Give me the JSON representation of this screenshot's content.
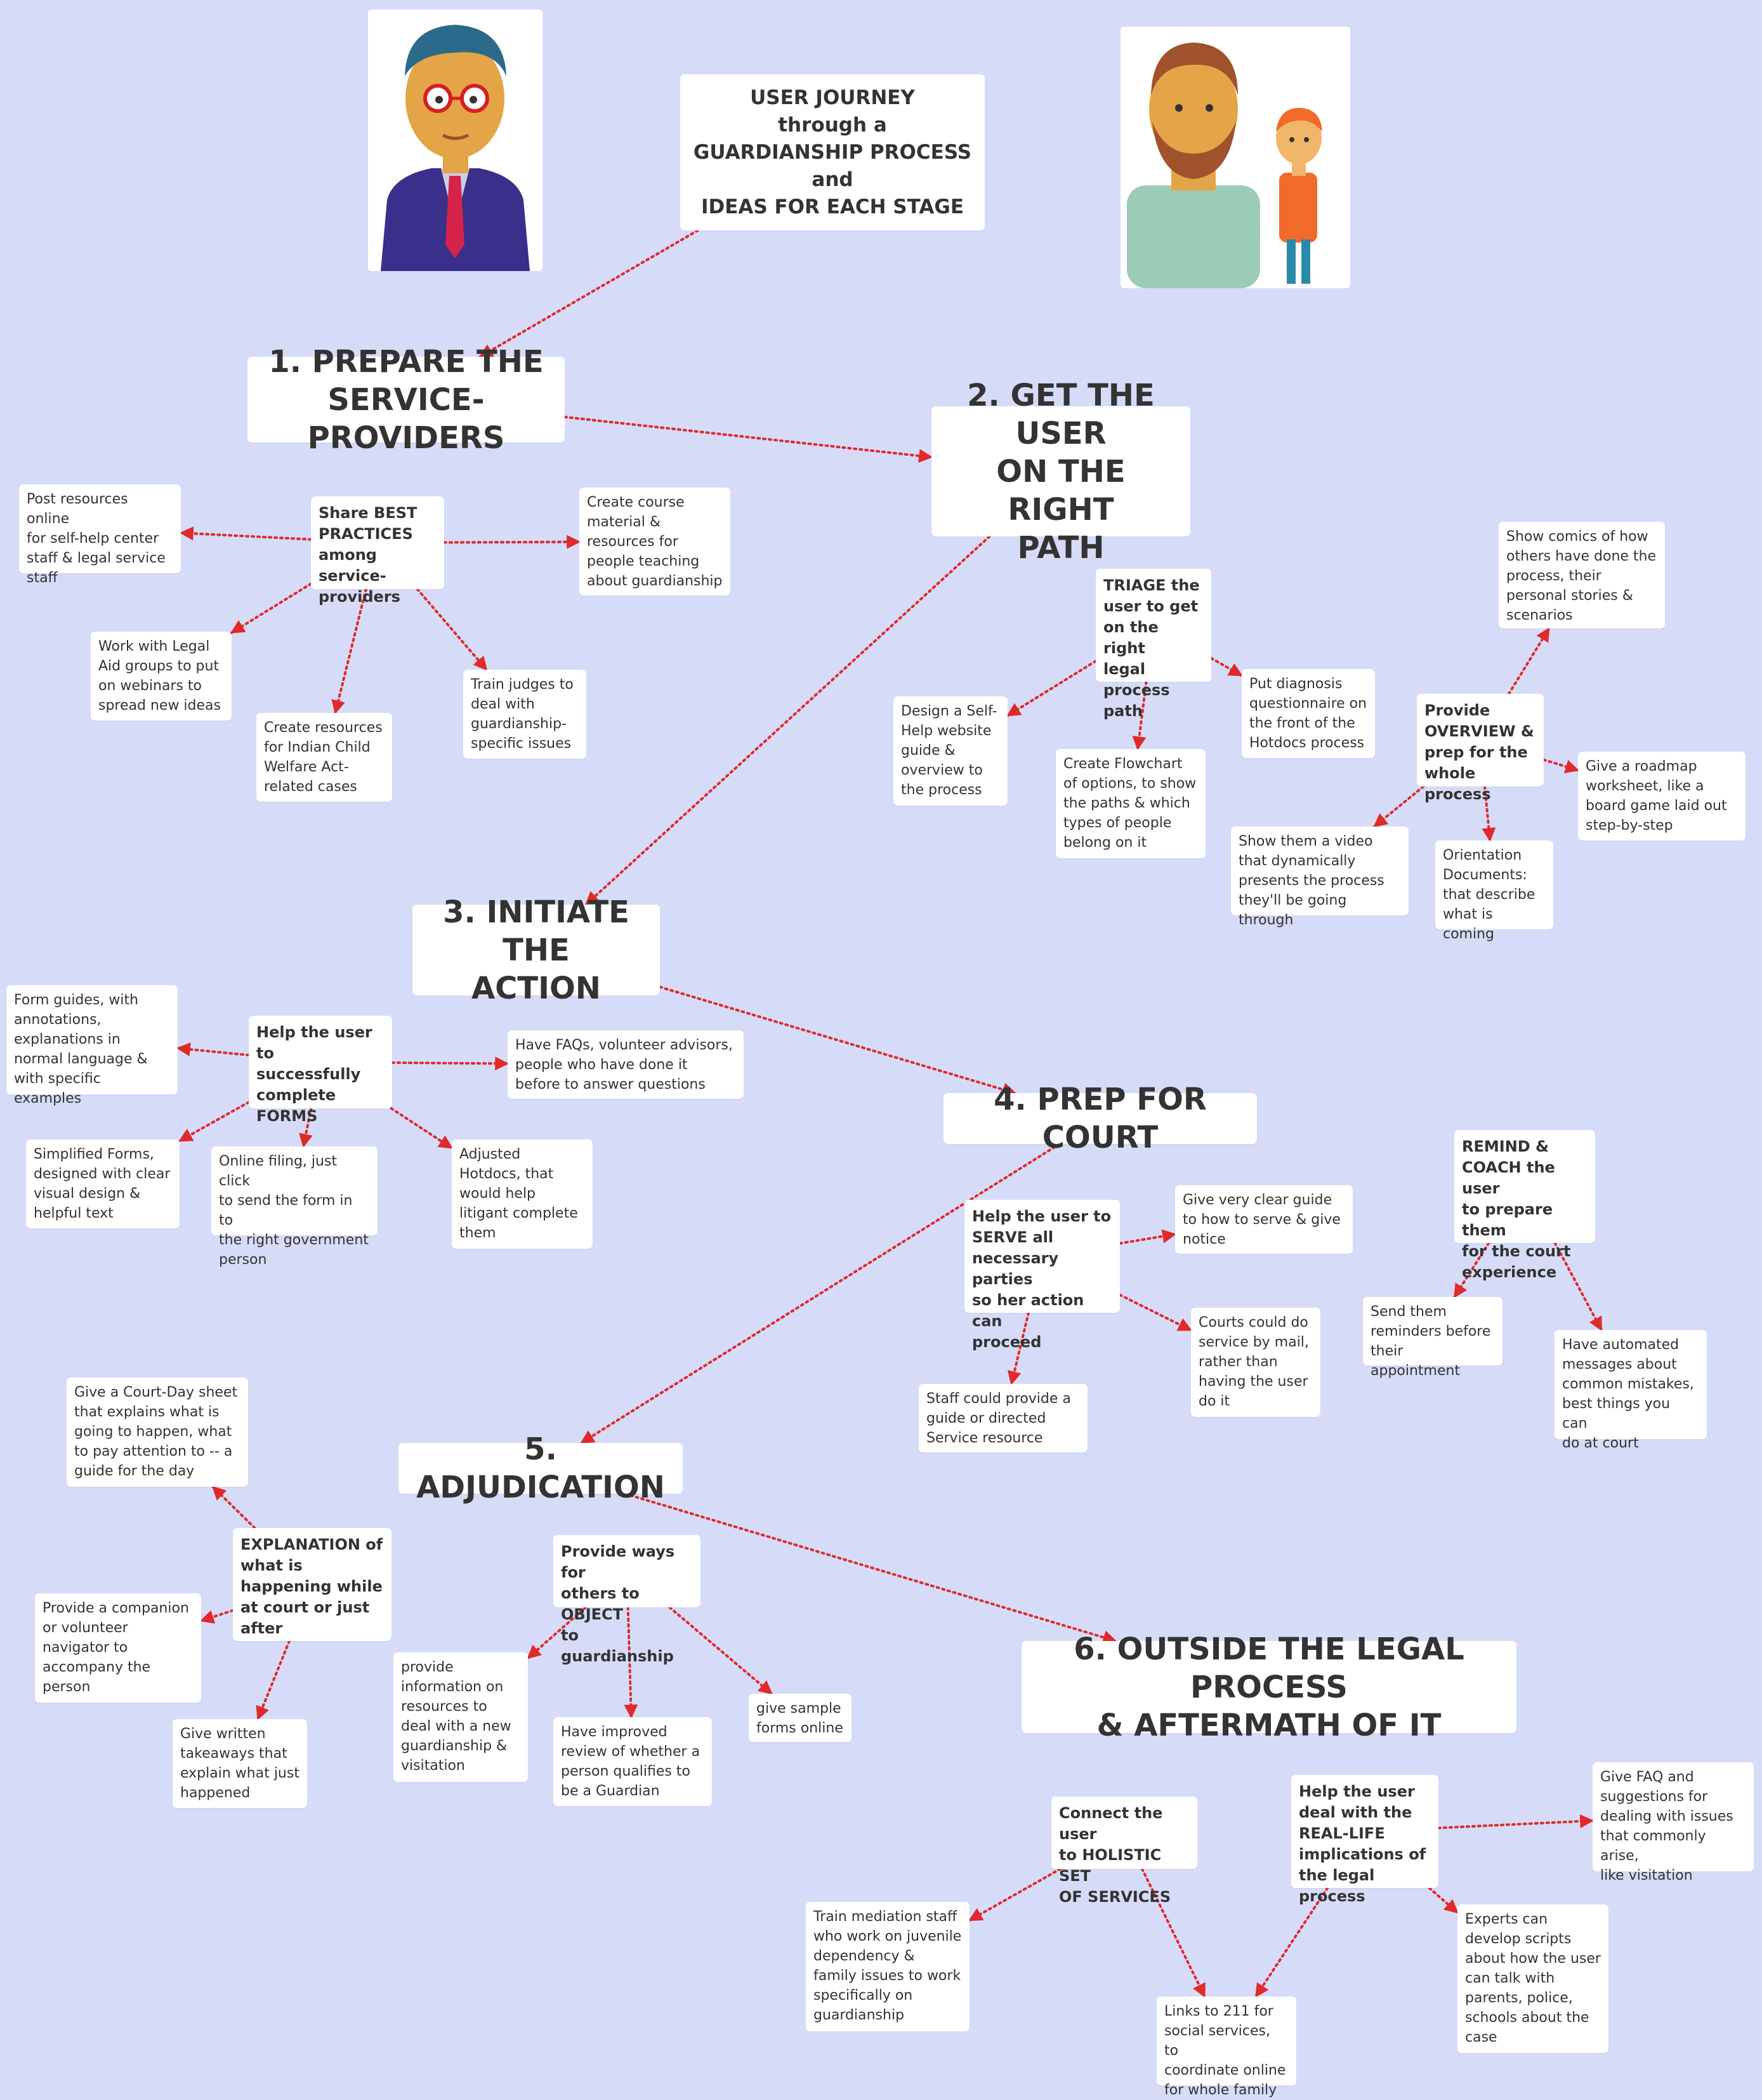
{
  "title": "USER JOURNEY\nthrough a\nGUARDIANSHIP PROCESS\nand\nIDEAS FOR EACH STAGE",
  "colors": {
    "background": "#d6dcf8",
    "arrow": "#e02a2a",
    "box": "#ffffff",
    "text": "#333333"
  },
  "illustrations": {
    "left": "service-provider-man-icon",
    "right": "father-and-child-icon"
  },
  "stages": {
    "s1": "1. PREPARE THE\nSERVICE-PROVIDERS",
    "s2": "2. GET THE USER\nON THE RIGHT\nPATH",
    "s3": "3. INITIATE THE\nACTION",
    "s4": "4. PREP FOR COURT",
    "s5": "5. ADJUDICATION",
    "s6": "6. OUTSIDE THE LEGAL PROCESS\n& AFTERMATH OF IT"
  },
  "ideas": {
    "share_best": "Share BEST\nPRACTICES\namong service-\nproviders",
    "triage": "TRIAGE the\nuser to get\non the right\nlegal\nprocess path",
    "overview": "Provide\nOVERVIEW &\nprep for the\nwhole process",
    "forms": "Help the user to\nsuccessfully\ncomplete\nFORMS",
    "serve": "Help the user to\nSERVE all\nnecessary parties\nso her action can\nproceed",
    "remind": "REMIND &\nCOACH the user\nto prepare them\nfor the court\nexperience",
    "explanation": "EXPLANATION of\nwhat is\nhappening while\nat court or just\nafter",
    "object": "Provide ways for\nothers to OBJECT\nto guardianship",
    "holistic": "Connect the user\nto HOLISTIC SET\nOF SERVICES",
    "real_life": "Help the user\ndeal with the\nREAL-LIFE\nimplications of\nthe legal process"
  },
  "leaves": {
    "post_resources": "Post resources online\nfor self-help center\nstaff & legal service\nstaff",
    "course_material": "Create course\nmaterial &\nresources for\npeople teaching\nabout guardianship",
    "legal_aid": "Work with Legal\nAid groups to put\non webinars to\nspread new ideas",
    "icwa": "Create resources\nfor Indian Child\nWelfare Act-\nrelated cases",
    "train_judges": "Train judges to\ndeal with\nguardianship-\nspecific issues",
    "comics": "Show comics of how\nothers have done the\nprocess, their\npersonal stories &\nscenarios",
    "self_help_site": "Design a Self-\nHelp website\nguide &\noverview to\nthe process",
    "flowchart": "Create Flowchart\nof options, to show\nthe paths & which\ntypes of people\nbelong on it",
    "diagnosis": "Put diagnosis\nquestionnaire on\nthe front of the\nHotdocs process",
    "roadmap": "Give a roadmap\nworksheet, like a\nboard game laid out\nstep-by-step",
    "video": "Show them a video\nthat dynamically\npresents the process\nthey'll be going through",
    "orientation": "Orientation\nDocuments:\nthat describe\nwhat is coming",
    "form_guides": "Form guides, with\nannotations,\nexplanations in\nnormal language &\nwith specific examples",
    "faqs": "Have FAQs, volunteer advisors,\npeople who have done it\nbefore to answer questions",
    "simplified": "Simplified Forms,\ndesigned with clear\nvisual design &\nhelpful text",
    "online_filing": "Online filing, just click\nto send the form in to\nthe right government\nperson",
    "hotdocs": "Adjusted\nHotdocs, that\nwould help\nlitigant complete\nthem",
    "serve_guide": "Give very clear guide\nto how to serve & give\nnotice",
    "mail_service": "Courts could do\nservice by mail,\nrather than\nhaving the user\ndo it",
    "staff_guide": "Staff could provide a\nguide or directed\nService resource",
    "reminders": "Send them\nreminders before\ntheir appointment",
    "automated": "Have automated\nmessages about\ncommon mistakes,\nbest things you can\ndo at court",
    "court_day": "Give a Court-Day sheet\nthat explains what is\ngoing to happen, what\nto pay attention to -- a\nguide for the day",
    "companion": "Provide a companion\nor volunteer\nnavigator to\naccompany the\nperson",
    "takeaways": "Give written\ntakeaways that\nexplain what just\nhappened",
    "object_info": "provide\ninformation on\nresources to\ndeal with a new\nguardianship &\nvisitation",
    "review": "Have improved\nreview of whether a\nperson qualifies to\nbe a Guardian",
    "sample_forms": "give sample\nforms online",
    "faq_visitation": "Give FAQ and\nsuggestions for\ndealing with issues\nthat commonly arise,\nlike visitation",
    "scripts": "Experts can\ndevelop scripts\nabout how the user\ncan talk with\nparents, police,\nschools about the\ncase",
    "mediation": "Train mediation staff\nwho work on juvenile\ndependency &\nfamily issues to work\nspecifically on\nguardianship",
    "links_211": "Links to 211 for\nsocial services, to\ncoordinate online\nfor whole family"
  }
}
